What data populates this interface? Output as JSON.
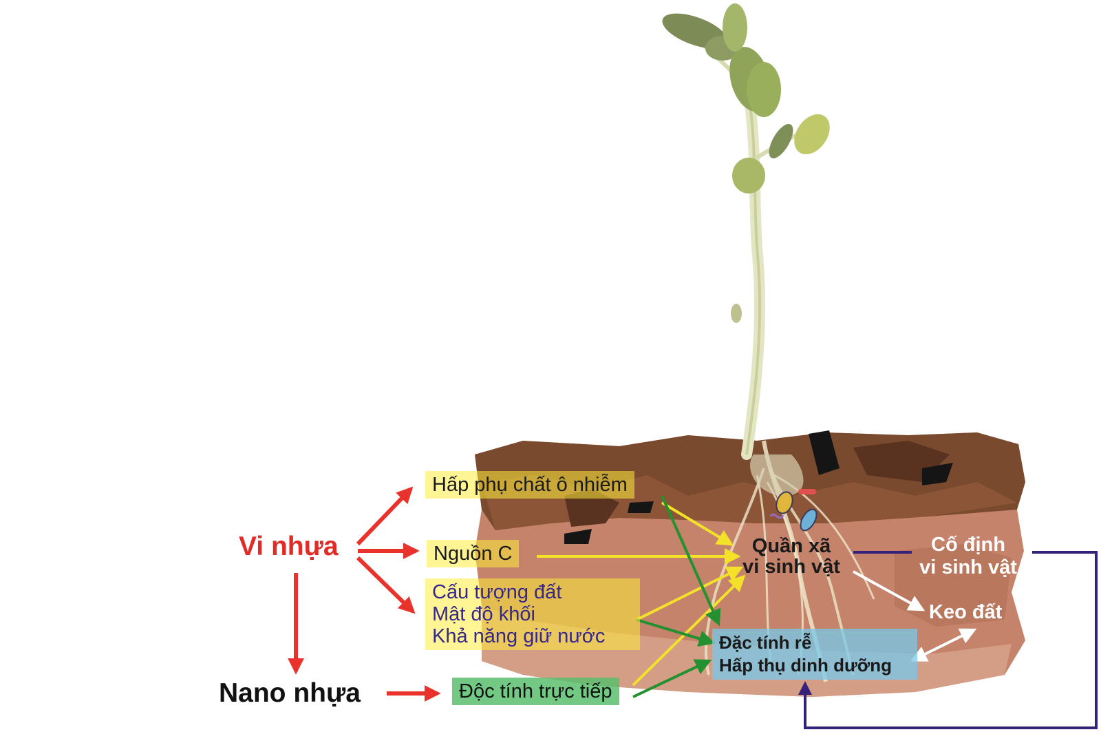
{
  "labels": {
    "microplastic": "Vi nhựa",
    "nanoplastic": "Nano nhựa",
    "adsorption": "Hấp phụ chất ô nhiễm",
    "carbon_source": "Nguồn C",
    "soil_props": [
      "Cấu tượng đất",
      "Mật độ khối",
      "Khả năng giữ nước"
    ],
    "toxicity": "Độc tính trực tiếp",
    "microbial_community": [
      "Quần xã",
      "vi sinh vật"
    ],
    "microbial_fixation": [
      "Cố định",
      "vi sinh vật"
    ],
    "soil_colloid": "Keo đất",
    "root_props": [
      "Đặc tính rễ",
      "Hấp thụ dinh dưỡng"
    ]
  },
  "colors": {
    "red_arrow": "#e8322b",
    "yellow_arrow": "#f3e12a",
    "green_arrow": "#23912f",
    "purple_line": "#35207a",
    "white_arrow": "#ffffff",
    "microplastic_text": "#e02b26",
    "nanoplastic_text": "#111111"
  },
  "icons": [
    "plant-illustration",
    "soil-block",
    "bacteria-cluster"
  ]
}
